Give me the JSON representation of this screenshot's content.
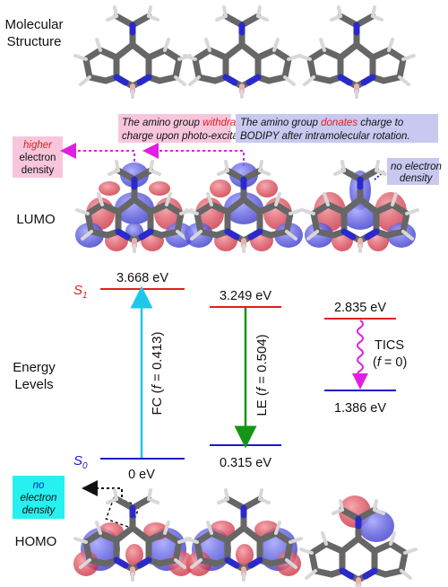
{
  "row_labels": {
    "structure_line1": "Molecular",
    "structure_line2": "Structure",
    "lumo": "LUMO",
    "energy_line1": "Energy",
    "energy_line2": "Levels",
    "homo": "HOMO"
  },
  "annotations": {
    "withdraws": {
      "pre": "The amino group ",
      "key": "withdraws",
      "line2": "charge upon photo-excitation."
    },
    "donates": {
      "pre": "The amino group ",
      "key": "donates",
      "post": " charge to",
      "line2": "BODIPY after intramolecular rotation."
    },
    "higher_density": {
      "line1": "higher",
      "line2": "electron",
      "line3": "density"
    },
    "no_density_lumo": {
      "line1": "no electron",
      "line2": "density"
    },
    "no_density_homo": {
      "line1": "no",
      "line2": "electron",
      "line3": "density"
    }
  },
  "states": {
    "s1": "S",
    "s1_sub": "1",
    "s0": "S",
    "s0_sub": "0"
  },
  "energies": {
    "fc_s1": "3.668 eV",
    "fc_s0": "0 eV",
    "le_s1": "3.249 eV",
    "le_s0": "0.315 eV",
    "tics_s1": "2.835 eV",
    "tics_s0": "1.386 eV"
  },
  "transitions": {
    "fc": {
      "pre": "FC (",
      "f": "f",
      "post": " = 0.413)"
    },
    "le": {
      "pre": "LE (",
      "f": "f",
      "post": " = 0.504)"
    },
    "tics": {
      "name": "TICS",
      "pre": "(",
      "f": "f",
      "post": " = 0)"
    }
  },
  "colors": {
    "s1_line": "#e02020",
    "s0_line": "#1a1acc",
    "fc_arrow": "#1ec8e8",
    "le_arrow": "#149614",
    "tics_arrow": "#e020e0",
    "lobe_red": "#d84050",
    "lobe_blue": "#4a4ae0",
    "pink_box": "#f7c6dc",
    "lavender_box": "#c8c8f0",
    "cyan_box": "#26f0f0"
  }
}
